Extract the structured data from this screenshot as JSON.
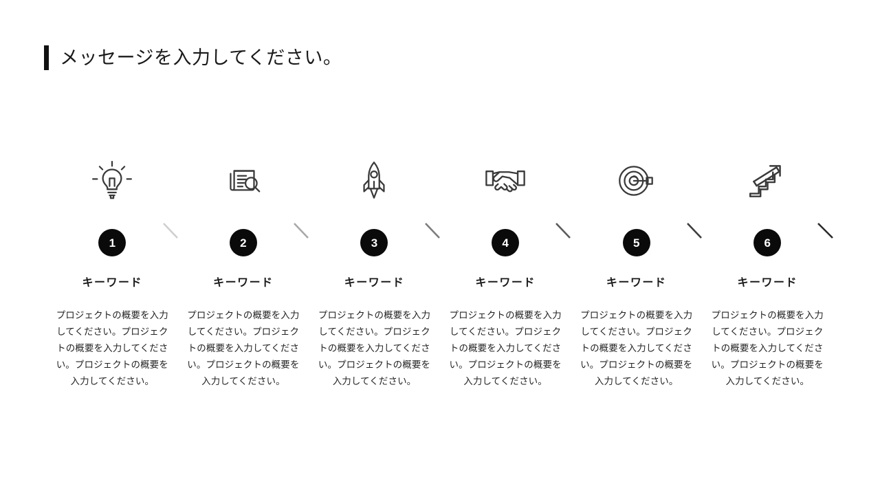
{
  "slide": {
    "title": "メッセージを入力してください。",
    "accent_color": "#111111",
    "background_color": "#ffffff",
    "text_color": "#1a1a1a"
  },
  "timeline": {
    "node_fill_color": "#0a0a0a",
    "node_text_color": "#ffffff",
    "axis_gradient_from": "#e0e0e0",
    "axis_gradient_to": "#2b2b2b",
    "steps": [
      {
        "number": "1",
        "icon": "lightbulb-icon",
        "keyword": "キーワード",
        "description": "プロジェクトの概要を入力してください。プロジェクトの概要を入力してください。プロジェクトの概要を入力してください。"
      },
      {
        "number": "2",
        "icon": "document-search-icon",
        "keyword": "キーワード",
        "description": "プロジェクトの概要を入力してください。プロジェクトの概要を入力してください。プロジェクトの概要を入力してください。"
      },
      {
        "number": "3",
        "icon": "rocket-icon",
        "keyword": "キーワード",
        "description": "プロジェクトの概要を入力してください。プロジェクトの概要を入力してください。プロジェクトの概要を入力してください。"
      },
      {
        "number": "4",
        "icon": "handshake-icon",
        "keyword": "キーワード",
        "description": "プロジェクトの概要を入力してください。プロジェクトの概要を入力してください。プロジェクトの概要を入力してください。"
      },
      {
        "number": "5",
        "icon": "target-arrow-icon",
        "keyword": "キーワード",
        "description": "プロジェクトの概要を入力してください。プロジェクトの概要を入力してください。プロジェクトの概要を入力してください。"
      },
      {
        "number": "6",
        "icon": "stairs-growth-arrow-icon",
        "keyword": "キーワード",
        "description": "プロジェクトの概要を入力してください。プロジェクトの概要を入力してください。プロジェクトの概要を入力してください。"
      }
    ]
  }
}
